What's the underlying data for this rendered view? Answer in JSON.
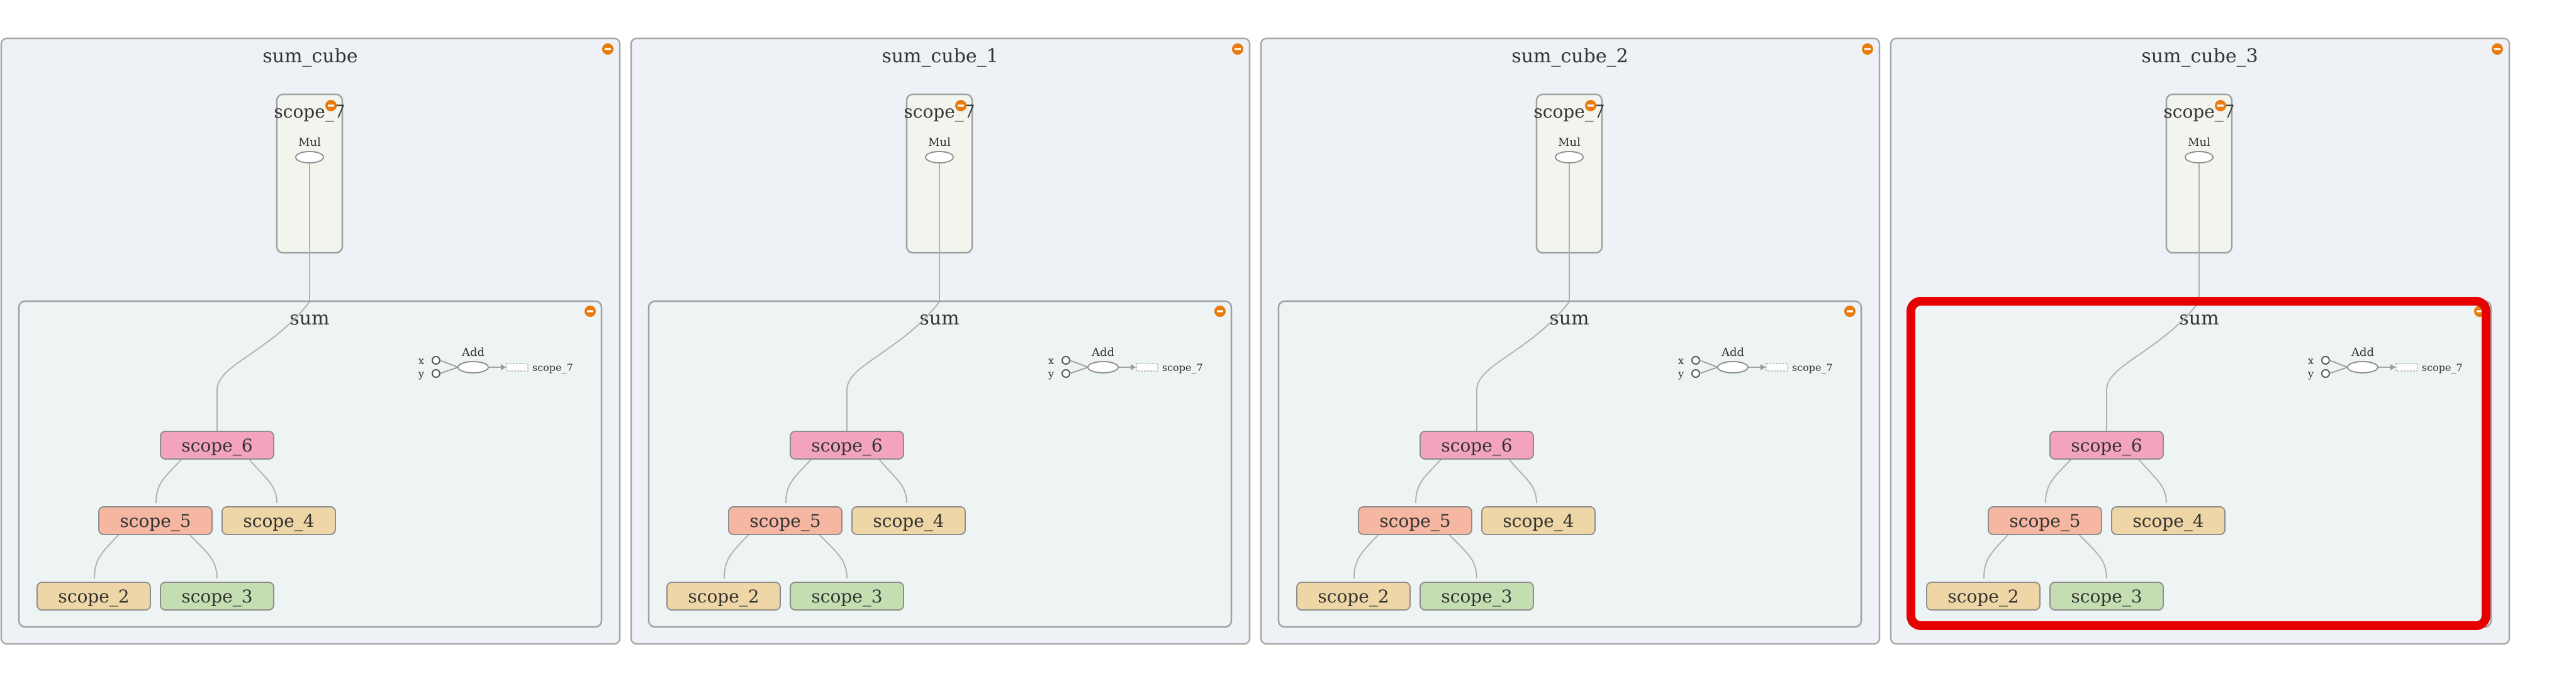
{
  "panels": [
    {
      "title": "sum_cube",
      "highlight": false
    },
    {
      "title": "sum_cube_1",
      "highlight": false
    },
    {
      "title": "sum_cube_2",
      "highlight": false
    },
    {
      "title": "sum_cube_3",
      "highlight": true
    }
  ],
  "scope7": {
    "title": "scope_7",
    "op": "Mul"
  },
  "sum": {
    "title": "sum",
    "add_op": "Add",
    "input_x": "x",
    "input_y": "y",
    "output_ref": "scope_7",
    "nodes": {
      "scope_6": "scope_6",
      "scope_5": "scope_5",
      "scope_4": "scope_4",
      "scope_2": "scope_2",
      "scope_3": "scope_3"
    }
  },
  "colors": {
    "panel_bg": "#eef1f6",
    "panel_border": "#a6a6a6",
    "scope7_bg": "#f1f5ee",
    "sum_bg": "#eef4f4",
    "scope_6_fill": "#f4a3bd",
    "scope_5_fill": "#f5b7a1",
    "scope_4_fill": "#efd6a6",
    "scope_2_fill": "#efd6a6",
    "scope_3_fill": "#c4deb2",
    "highlight": "#e60000",
    "expand_badge": "#e87b0c"
  }
}
